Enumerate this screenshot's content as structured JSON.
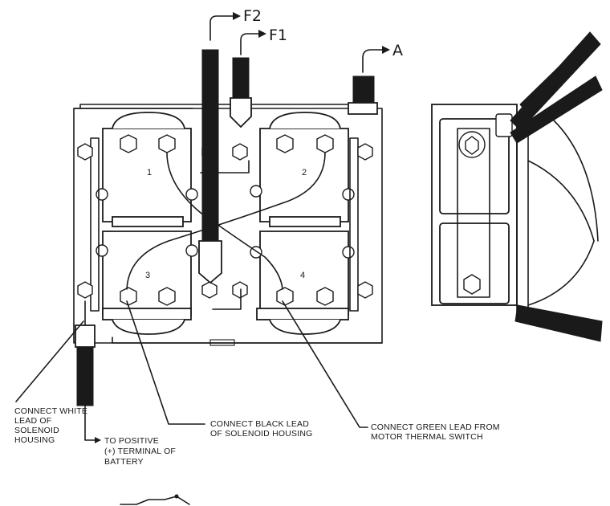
{
  "terminals": {
    "f2": "F2",
    "f1": "F1",
    "a": "A"
  },
  "solenoids": [
    "1",
    "2",
    "3",
    "4"
  ],
  "callouts": {
    "white_lead": [
      "CONNECT WHITE",
      "LEAD OF",
      "SOLENOID",
      "HOUSING"
    ],
    "battery": [
      "TO POSITIVE",
      "(+) TERMINAL OF",
      "BATTERY"
    ],
    "black_lead": [
      "CONNECT BLACK LEAD",
      "OF SOLENOID HOUSING"
    ],
    "green_lead": [
      "CONNECT GREEN LEAD FROM",
      "MOTOR THERMAL SWITCH"
    ]
  }
}
